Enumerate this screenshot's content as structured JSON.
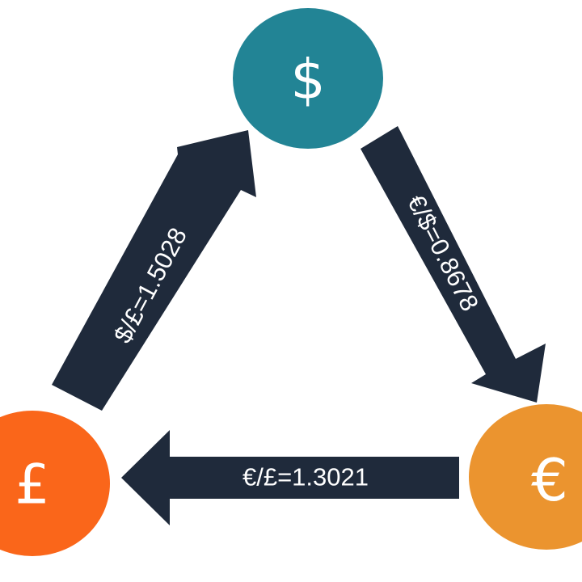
{
  "nodes": {
    "dollar": {
      "symbol": "$",
      "color": "#228495"
    },
    "pound": {
      "symbol": "£",
      "color": "#fa661a"
    },
    "euro": {
      "symbol": "€",
      "color": "#eb942f"
    }
  },
  "arrows": {
    "color": "#1f2a3b",
    "pound_to_dollar": {
      "label": "$/£=1.5028"
    },
    "dollar_to_euro": {
      "label": "€/$=0.8678"
    },
    "euro_to_pound": {
      "label": "€/£=1.3021"
    }
  }
}
